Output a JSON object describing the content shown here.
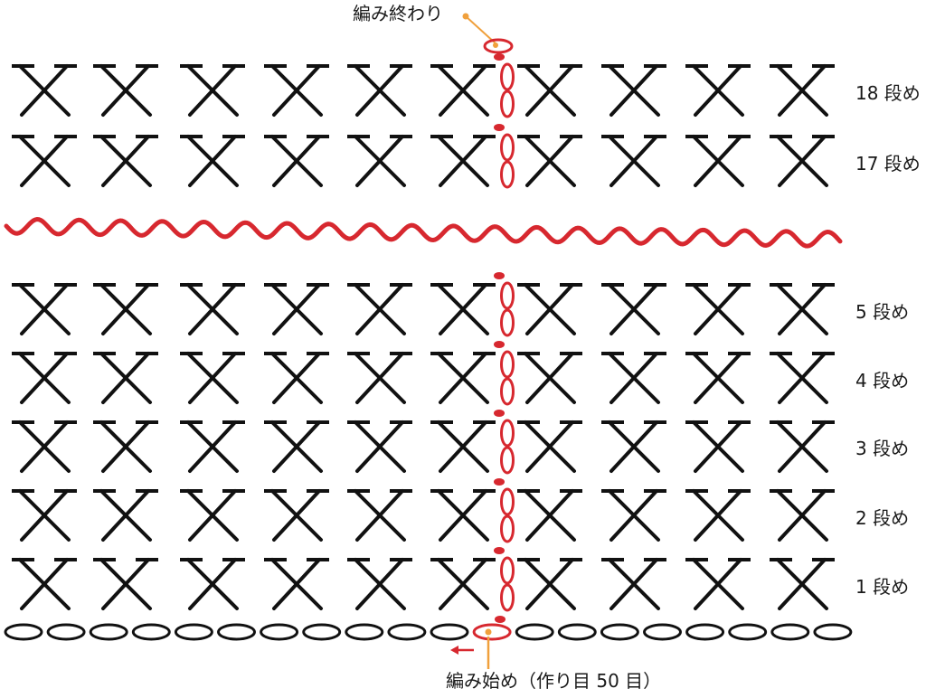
{
  "diagram": {
    "title": "",
    "end_label": "編み終わり",
    "start_label": "編み始め（作り目 50 目）",
    "rows_top": [
      {
        "label": "18 段め"
      },
      {
        "label": "17 段め"
      }
    ],
    "rows_bottom": [
      {
        "label": "5 段め"
      },
      {
        "label": "4 段め"
      },
      {
        "label": "3 段め"
      },
      {
        "label": "2 段め"
      },
      {
        "label": "1 段め"
      }
    ],
    "stitches_per_row": 10,
    "chain_count": 20,
    "start_chain_index": 11,
    "colors": {
      "stitch": "#111111",
      "accent": "#d7282f",
      "pointer": "#f0a03c"
    }
  }
}
